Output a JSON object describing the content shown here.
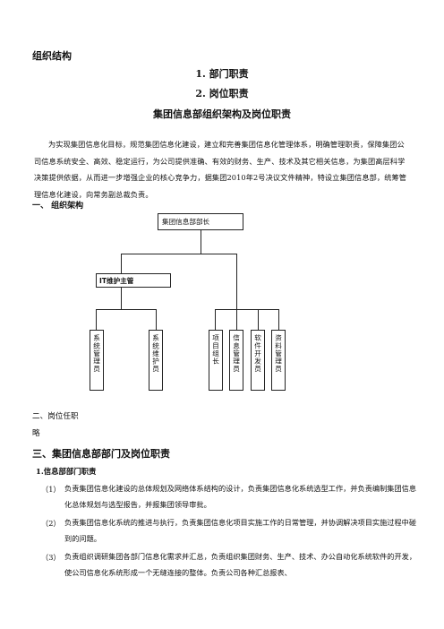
{
  "doc": {
    "heading": "组织结构",
    "toc1": "1. 部门职责",
    "toc2": "2. 岗位职责",
    "title": "集团信息部组织架构及岗位职责",
    "intro": "为实现集团信息化目标，规范集团信息化建设，建立和完善集团信息化管理体系，明确管理职责，保障集团公司信息系统安全、高效、稳定运行，为公司提供准确、有效的财务、生产、技术及其它相关信息，为集团高层科学决策提供依据，从而进一步增强企业的核心竞争力，据集团2010年2号决议文件精神，特设立集团信息部，统筹管理信息化建设，向常务副总裁负责。",
    "section1": "一、 组织架构",
    "section2": "二、岗位任职",
    "section2_body": "略",
    "section3": "三、集团信息部部门及岗位职责",
    "sub1": "1.信息部部门职责",
    "items": [
      {
        "num": "（1）",
        "text": "负责集团信息化建设的总体规划及网络体系结构的设计，负责集团信息化系统选型工作，并负责编制集团信息化总体规划与选型报告，并报集团领导审批。"
      },
      {
        "num": "（2）",
        "text": "负责集团信息化系统的推进与执行，负责集团信息化项目实施工作的日常管理，并协调解决项目实施过程中碰到的问题。"
      },
      {
        "num": "（3）",
        "text": "负责组织调研集团各部门信息化需求并汇总，负责组织集团财务、生产、技术、办公自动化系统软件的开发，使公司信息化系统形成一个无缝连接的整体。负责公司各种汇总报表、"
      }
    ]
  },
  "org": {
    "head": "集团信息部部长",
    "it": "IT维护主管",
    "left": [
      "系统管理员",
      "系统维护员"
    ],
    "right": [
      "项目组长",
      "信息管理员",
      "软件开发员",
      "资料管理员"
    ]
  }
}
